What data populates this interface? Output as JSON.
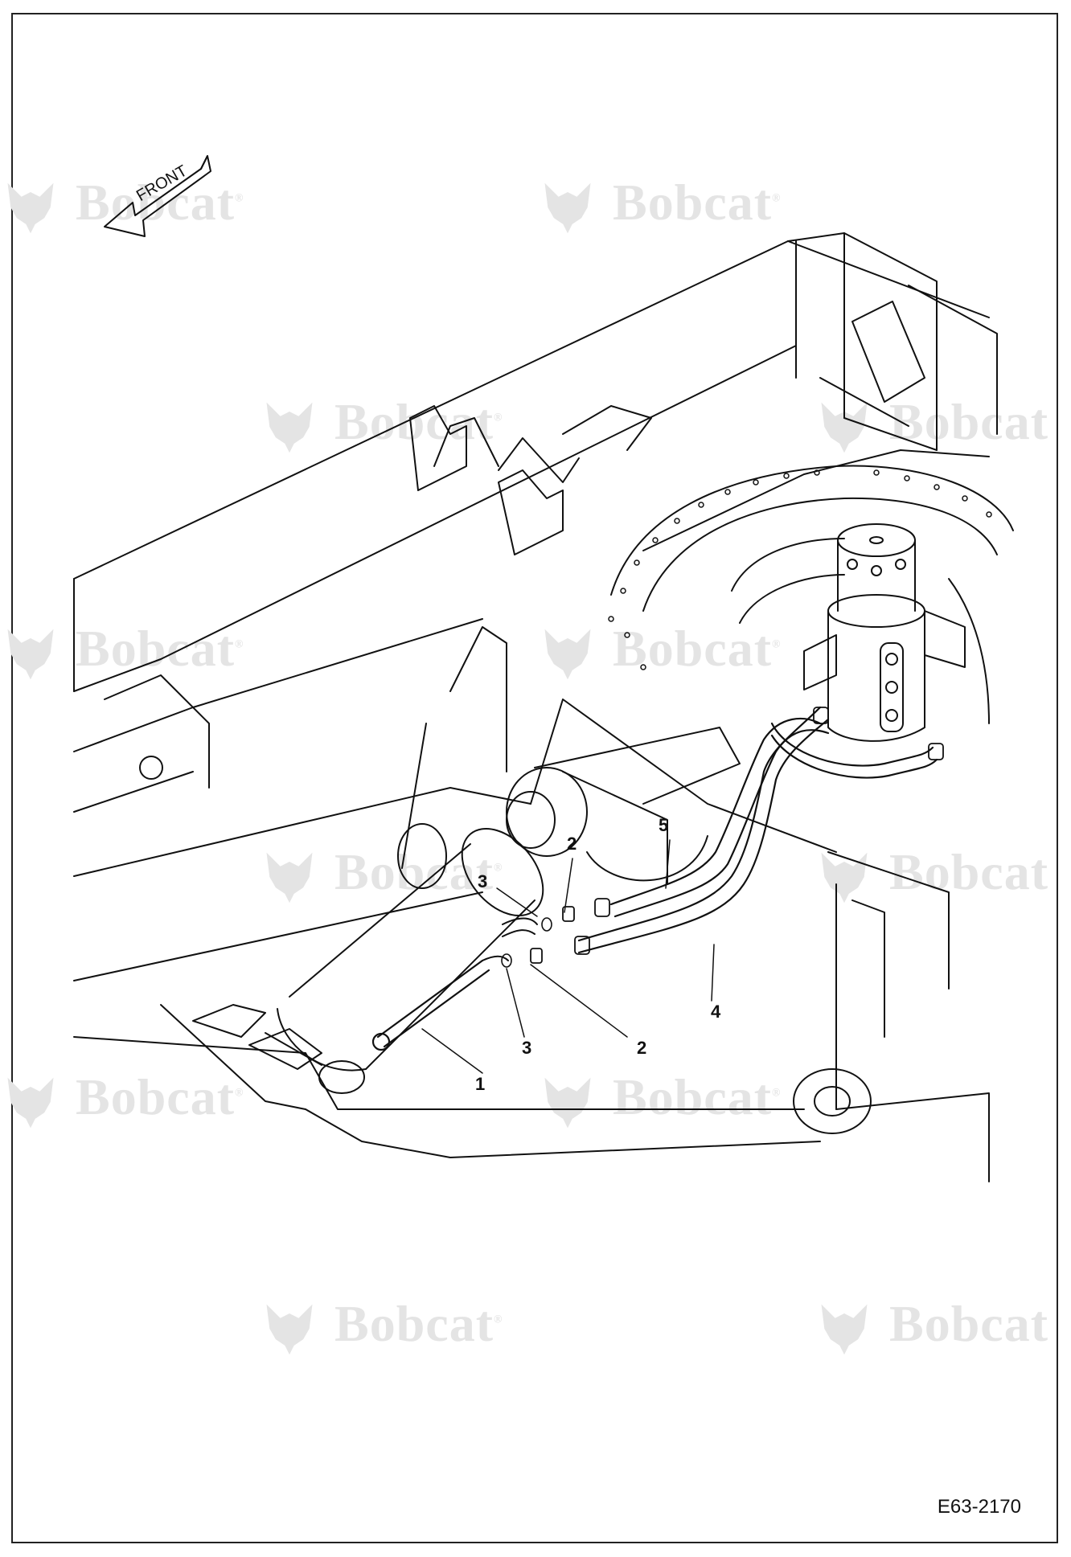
{
  "watermark": {
    "brand": "Bobcat",
    "mark": "®",
    "icon": "bobcat-logo-icon"
  },
  "front_arrow": {
    "label": "FRONT",
    "icon": "front-arrow-icon"
  },
  "callouts": [
    {
      "id": "c5",
      "label": "5"
    },
    {
      "id": "c2a",
      "label": "2"
    },
    {
      "id": "c3a",
      "label": "3"
    },
    {
      "id": "c4",
      "label": "4"
    },
    {
      "id": "c3b",
      "label": "3"
    },
    {
      "id": "c2b",
      "label": "2"
    },
    {
      "id": "c1",
      "label": "1"
    }
  ],
  "drawing_code": "E63-2170"
}
